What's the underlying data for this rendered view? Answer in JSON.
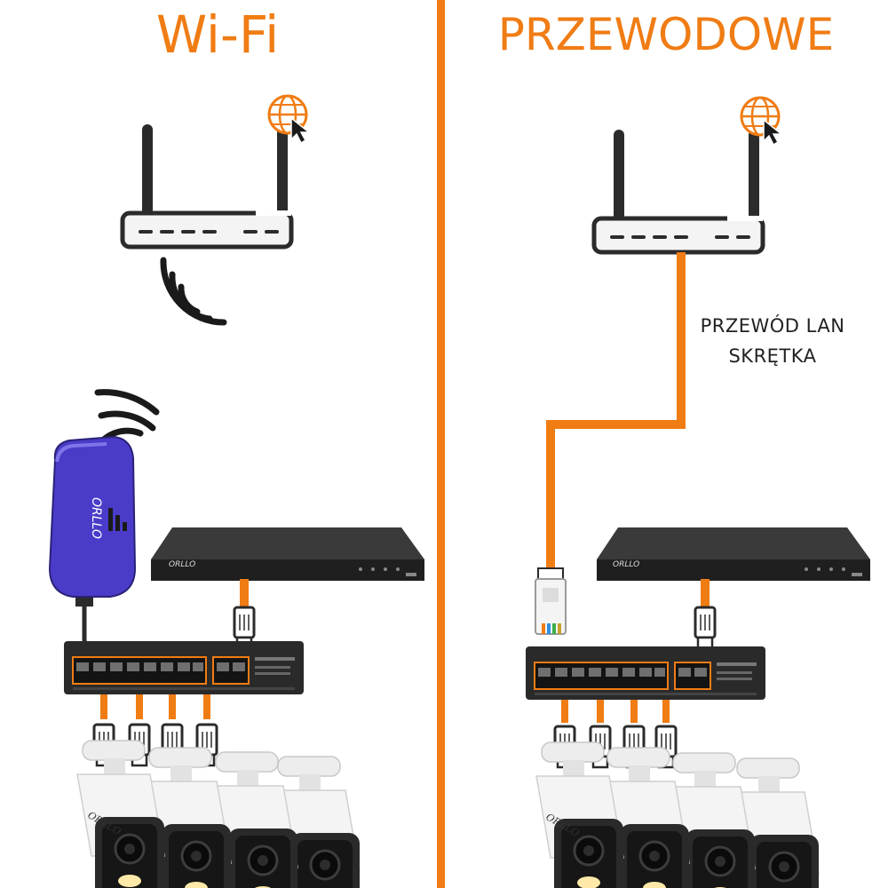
{
  "panels": {
    "wifi": {
      "title": "Wi-Fi"
    },
    "wired": {
      "title": "PRZEWODOWE"
    }
  },
  "cable_label": {
    "line1": "PRZEWÓD LAN",
    "line2": "SKRĘTKA"
  },
  "brand": {
    "name": "ORLLO"
  },
  "colors": {
    "accent": "#f07c14",
    "device_dark": "#2b2b2b",
    "modem": "#4a3cc8",
    "camera_body": "#f2f2f2"
  },
  "icons": [
    "router-icon",
    "globe-cursor-icon",
    "wifi-signal-icon",
    "lan-connector-icon",
    "camera-icon"
  ]
}
